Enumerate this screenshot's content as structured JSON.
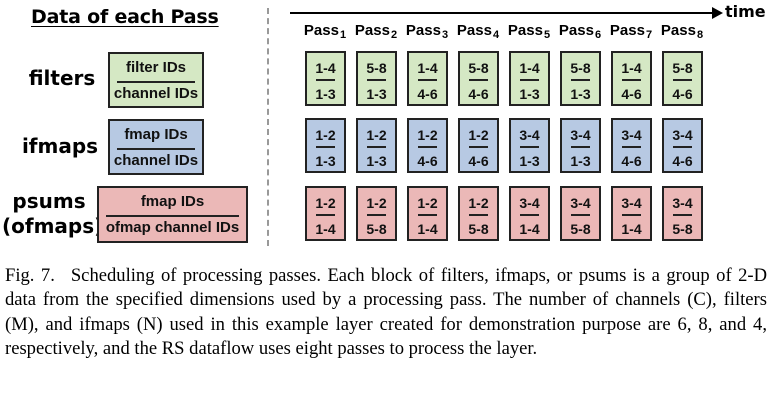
{
  "title": "Data of each Pass",
  "time_label": "time",
  "pass_prefix": "Pass",
  "passes": [
    "1",
    "2",
    "3",
    "4",
    "5",
    "6",
    "7",
    "8"
  ],
  "rows": [
    {
      "key": "filters",
      "label_lines": [
        "filters"
      ],
      "legend_top": "filter IDs",
      "legend_bottom": "channel IDs",
      "color": "#d5e8c4",
      "cells": [
        [
          "1-4",
          "1-3"
        ],
        [
          "5-8",
          "1-3"
        ],
        [
          "1-4",
          "4-6"
        ],
        [
          "5-8",
          "4-6"
        ],
        [
          "1-4",
          "1-3"
        ],
        [
          "5-8",
          "1-3"
        ],
        [
          "1-4",
          "4-6"
        ],
        [
          "5-8",
          "4-6"
        ]
      ]
    },
    {
      "key": "ifmaps",
      "label_lines": [
        "ifmaps"
      ],
      "legend_top": "fmap IDs",
      "legend_bottom": "channel IDs",
      "color": "#b7c9e3",
      "cells": [
        [
          "1-2",
          "1-3"
        ],
        [
          "1-2",
          "1-3"
        ],
        [
          "1-2",
          "4-6"
        ],
        [
          "1-2",
          "4-6"
        ],
        [
          "3-4",
          "1-3"
        ],
        [
          "3-4",
          "1-3"
        ],
        [
          "3-4",
          "4-6"
        ],
        [
          "3-4",
          "4-6"
        ]
      ]
    },
    {
      "key": "psums",
      "label_lines": [
        "psums",
        "(ofmaps)"
      ],
      "legend_top": "fmap IDs",
      "legend_bottom": "ofmap channel IDs",
      "color": "#ebb8b7",
      "cells": [
        [
          "1-2",
          "1-4"
        ],
        [
          "1-2",
          "5-8"
        ],
        [
          "1-2",
          "1-4"
        ],
        [
          "1-2",
          "5-8"
        ],
        [
          "3-4",
          "1-4"
        ],
        [
          "3-4",
          "5-8"
        ],
        [
          "3-4",
          "1-4"
        ],
        [
          "3-4",
          "5-8"
        ]
      ]
    }
  ],
  "caption": {
    "fig_no": "Fig. 7.",
    "text": "Scheduling of processing passes. Each block of filters, ifmaps, or psums is a group of 2-D data from the specified dimensions used by a processing pass. The number of channels (C), filters (M), and ifmaps (N) used in this example layer created for demonstration purpose are 6, 8, and 4, respectively, and the RS dataflow uses eight passes to process the layer."
  }
}
